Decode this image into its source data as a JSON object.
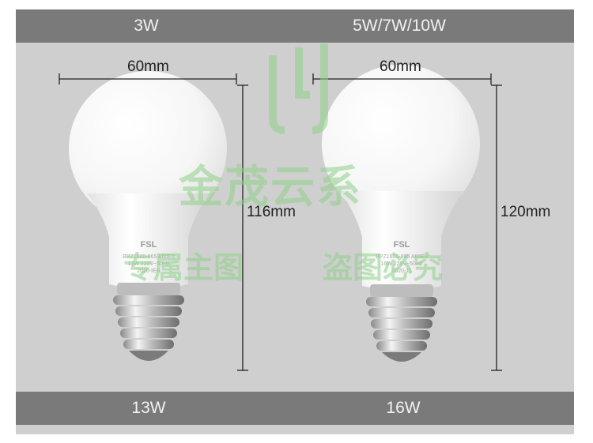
{
  "header": {
    "left_label": "3W",
    "right_label": "5W/7W/10W"
  },
  "footer": {
    "left_label": "13W",
    "right_label": "16W"
  },
  "bulbs": [
    {
      "width_label": "60mm",
      "height_label": "116mm",
      "brand": "FSL",
      "print_lines": [
        "BPZ1020-865 A60E3",
        "13W 220V~50Hz",
        "2020-IEN"
      ]
    },
    {
      "width_label": "60mm",
      "height_label": "120mm",
      "brand": "FSL",
      "print_lines": [
        "BPZ1600-865 A60E3",
        "16W 220V~50Hz",
        "2020-11"
      ]
    }
  ],
  "watermark": {
    "main": "金茂云系",
    "left_sub": "专属主图",
    "right_sub": "盗图必究"
  },
  "colors": {
    "background": "#cfcfcf",
    "bar": "#7a7a7a",
    "watermark": "#8fd18a"
  }
}
